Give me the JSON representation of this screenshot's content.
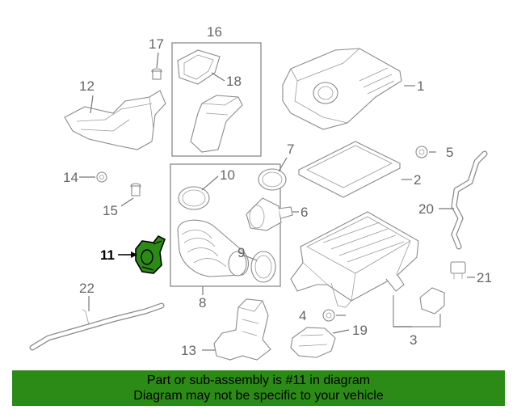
{
  "callouts": {
    "c1": "1",
    "c2": "2",
    "c3": "3",
    "c4": "4",
    "c5": "5",
    "c6": "6",
    "c7": "7",
    "c8": "8",
    "c9": "9",
    "c10": "10",
    "c11": "11",
    "c12": "12",
    "c13": "13",
    "c14": "14",
    "c15": "15",
    "c16": "16",
    "c17": "17",
    "c18": "18",
    "c19": "19",
    "c20": "20",
    "c21": "21",
    "c22": "22"
  },
  "highlight": {
    "part": "11",
    "color": "#2c8b17"
  },
  "banner": {
    "line1": "Part or sub-assembly is #11 in diagram",
    "line2": "Diagram may not be specific to your vehicle",
    "color": "#2c8b17"
  }
}
